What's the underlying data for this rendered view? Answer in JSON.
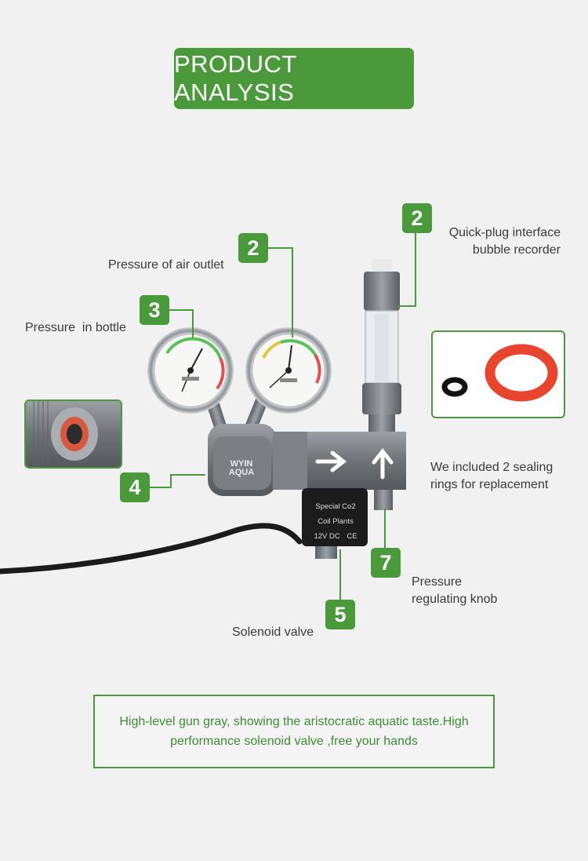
{
  "header": {
    "title": "PRODUCT ANALYSIS"
  },
  "callouts": [
    {
      "num": "2",
      "text": "Pressure of air outlet"
    },
    {
      "num": "3",
      "text": "Pressure  in bottle"
    },
    {
      "num": "2",
      "text_line1": "Quick-plug interface",
      "text_line2": "bubble recorder"
    },
    {
      "num": "4",
      "text": ""
    },
    {
      "num": "5",
      "text": "Solenoid valve"
    },
    {
      "num": "7",
      "text_line1": "Pressure",
      "text_line2": "regulating knob"
    }
  ],
  "sealing_note": {
    "line1": "We included 2 sealing",
    "line2": "rings for replacement"
  },
  "product_labels": {
    "brand_top": "WYIN",
    "brand_bottom": "AQUA",
    "coil_line1": "Special Co2",
    "coil_line2": "Coil Plants",
    "coil_line3": "12V DC",
    "coil_mark": "CE"
  },
  "footer": {
    "line1": "High-level gun gray, showing the aristocratic aquatic taste.High",
    "line2": "performance solenoid valve ,free your hands"
  },
  "colors": {
    "accent": "#4a9a3c",
    "ring_red": "#e8452f",
    "body_gray": "#6f7478"
  }
}
